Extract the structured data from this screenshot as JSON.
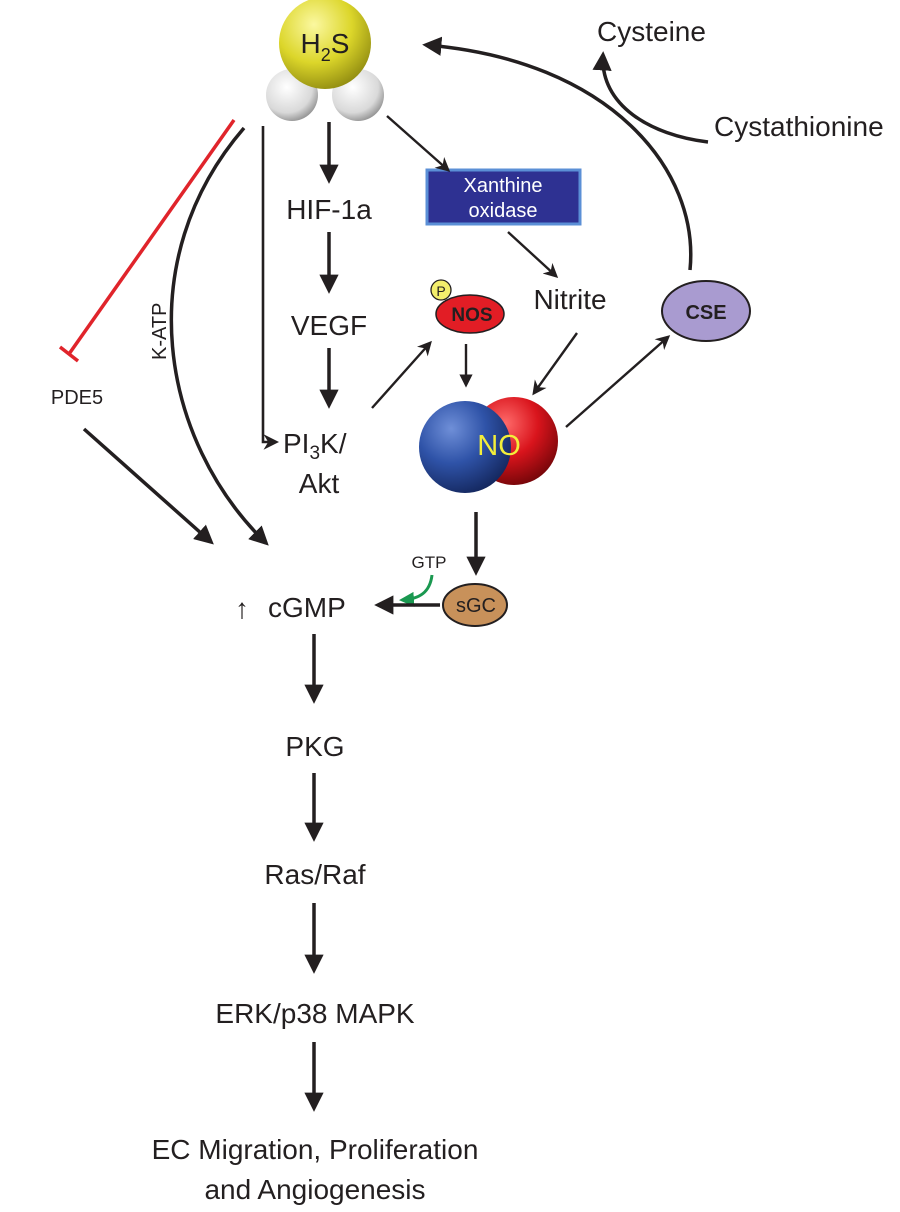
{
  "molecules": {
    "h2s": {
      "base": "H",
      "sub": "2",
      "tail": "S"
    },
    "no": "NO"
  },
  "substrates": {
    "cysteine": "Cysteine",
    "cystathionine": "Cystathionine"
  },
  "enzymes": {
    "xanthine_line1": "Xanthine",
    "xanthine_line2": "oxidase",
    "nos": "NOS",
    "phospho": "P",
    "cse": "CSE",
    "sgc": "sGC"
  },
  "pathway": {
    "hif": "HIF-1a",
    "vegf": "VEGF",
    "pi3k_pre": "PI",
    "pi3k_sub": "3",
    "pi3k_post": "K/",
    "akt": "Akt",
    "nitrite": "Nitrite",
    "pde5": "PDE5",
    "katp": "K-ATP",
    "gtp": "GTP",
    "up_arrow": "↑",
    "cgmp": "cGMP",
    "pkg": "PKG",
    "ras_raf": "Ras/Raf",
    "erk": "ERK/p38 MAPK",
    "outcome_line1": "EC Migration, Proliferation",
    "outcome_line2": "and Angiogenesis"
  },
  "colors": {
    "h2s_sulfur": "#e0dc2a",
    "xanthine_box": "#2e3192",
    "nos_red": "#e21d25",
    "phospho_yellow": "#f3ee6c",
    "cse_purple": "#a99bd0",
    "sgc_brown": "#c8915a",
    "no_blue": "#2c4fa3",
    "no_red": "#d7141c",
    "inhibit_red": "#e0242b",
    "gtp_green": "#1a9850"
  }
}
